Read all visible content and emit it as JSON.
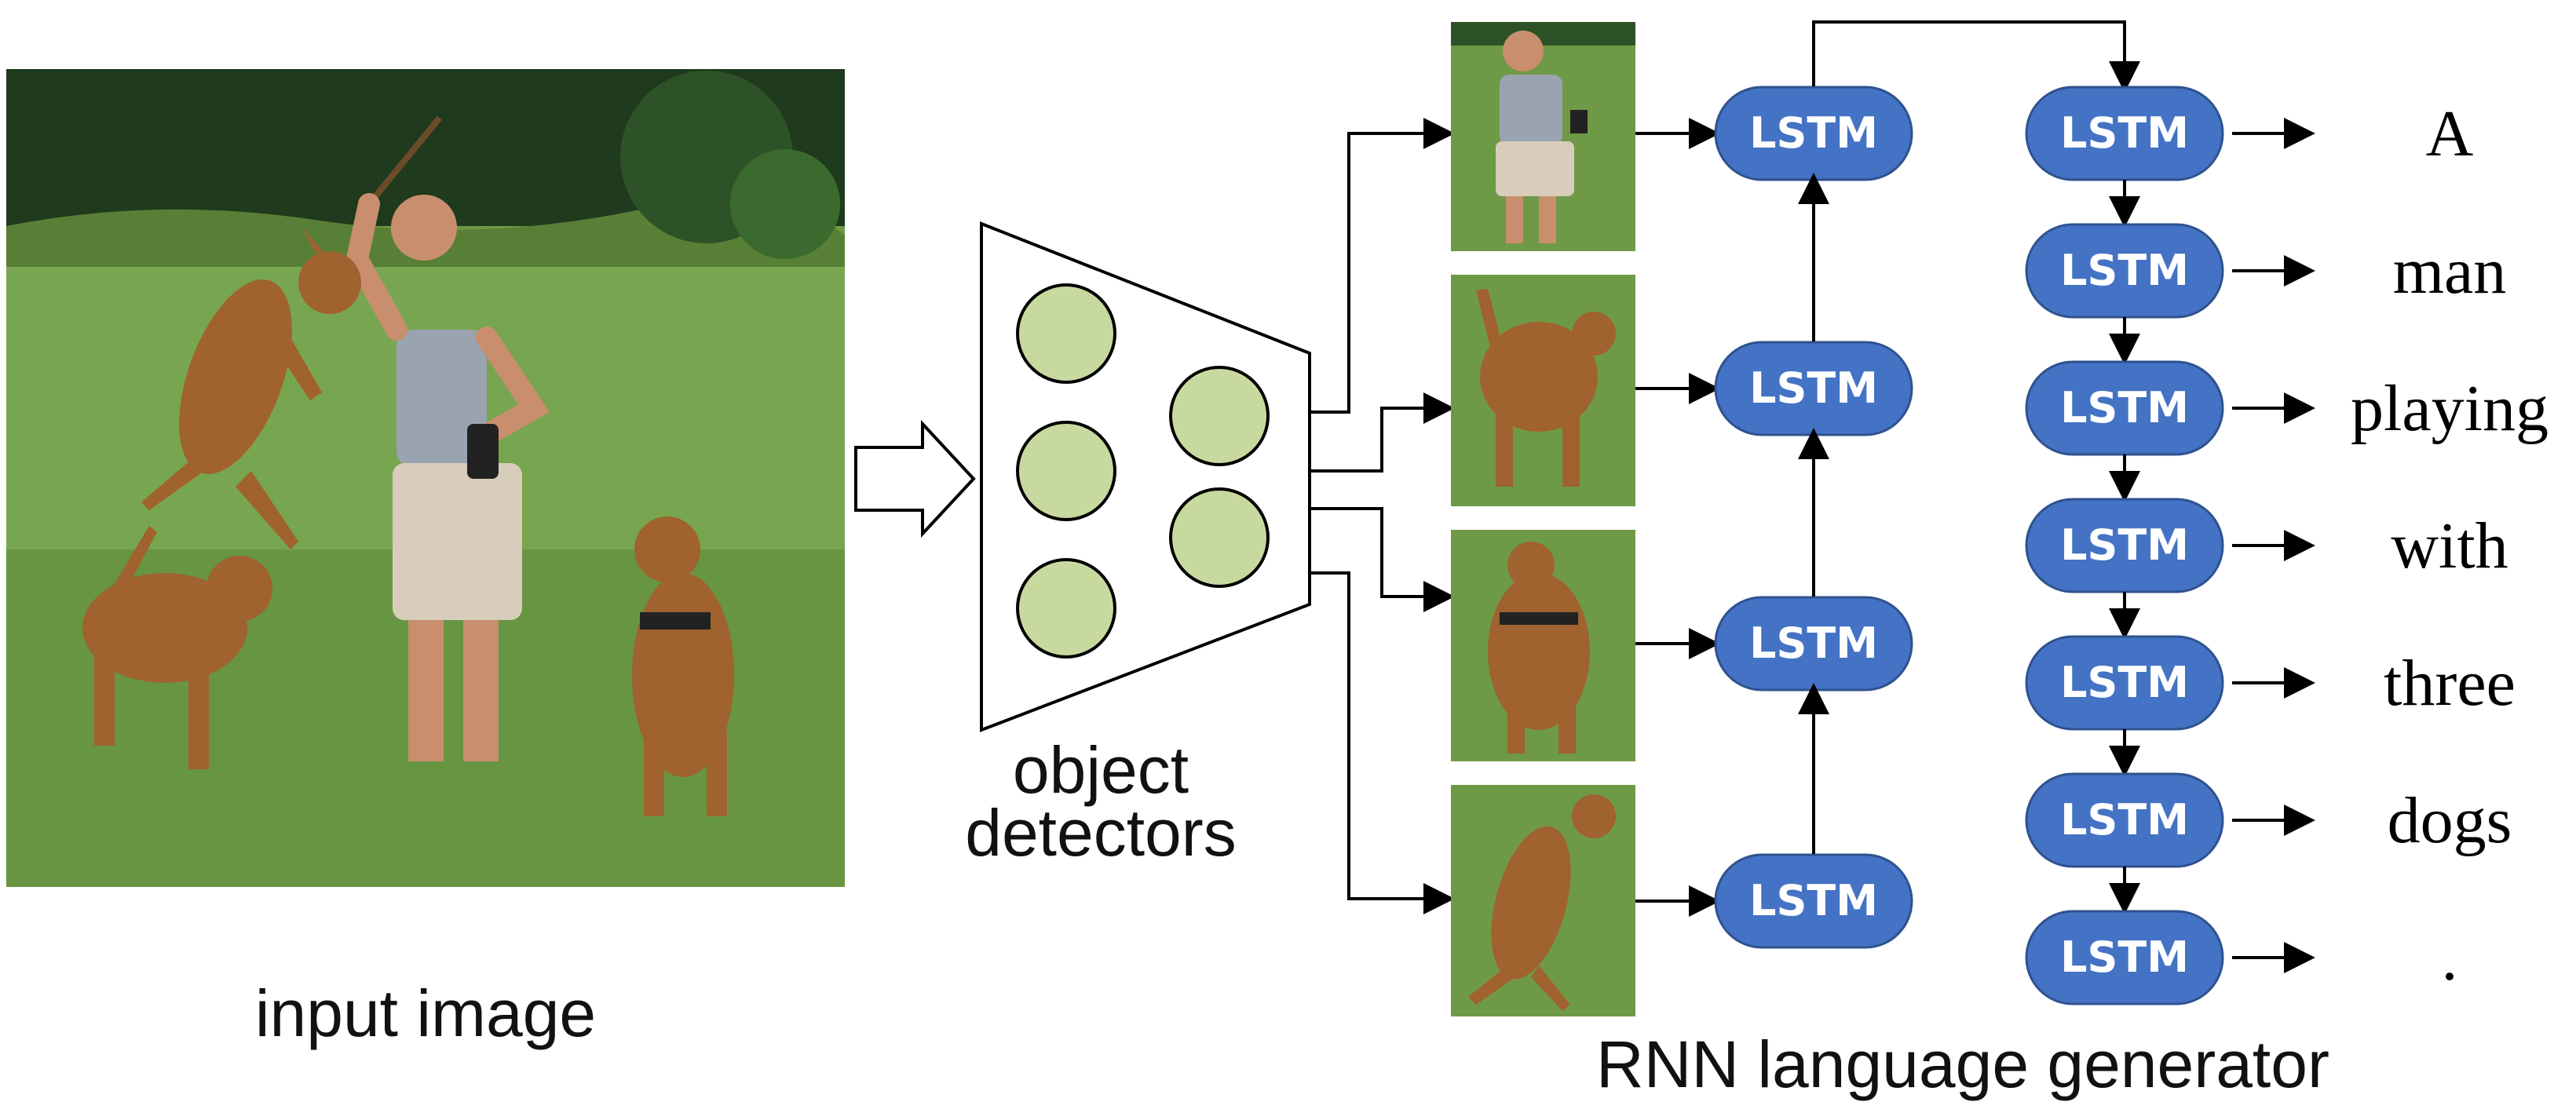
{
  "labels": {
    "input_image": "input image",
    "object_detectors_line1": "object",
    "object_detectors_line2": "detectors",
    "rnn_generator": "RNN language generator"
  },
  "lstm_label": "LSTM",
  "encoder_cells": 4,
  "decoder_words": [
    "A",
    "man",
    "playing",
    "with",
    "three",
    "dogs",
    "."
  ],
  "colors": {
    "lstm_fill": "#4472C4",
    "lstm_text": "#ffffff",
    "detector_circle": "#C8D9A0",
    "arrow": "#000000",
    "grass": "#6E9A47",
    "trees": "#1F3A1C",
    "dog": "#A0622F",
    "shirt": "#9AA3B0",
    "shorts": "#D8CDBA",
    "skin": "#C98E6E"
  },
  "icons": {
    "input_photo": "photo-man-with-three-dogs",
    "crop_1": "crop-man-icon",
    "crop_2": "crop-dog-icon",
    "crop_3": "crop-dog-icon",
    "crop_4": "crop-jumping-dog-icon",
    "detector": "trapezoid-detector-icon",
    "input_arrow": "hollow-right-arrow-icon"
  }
}
